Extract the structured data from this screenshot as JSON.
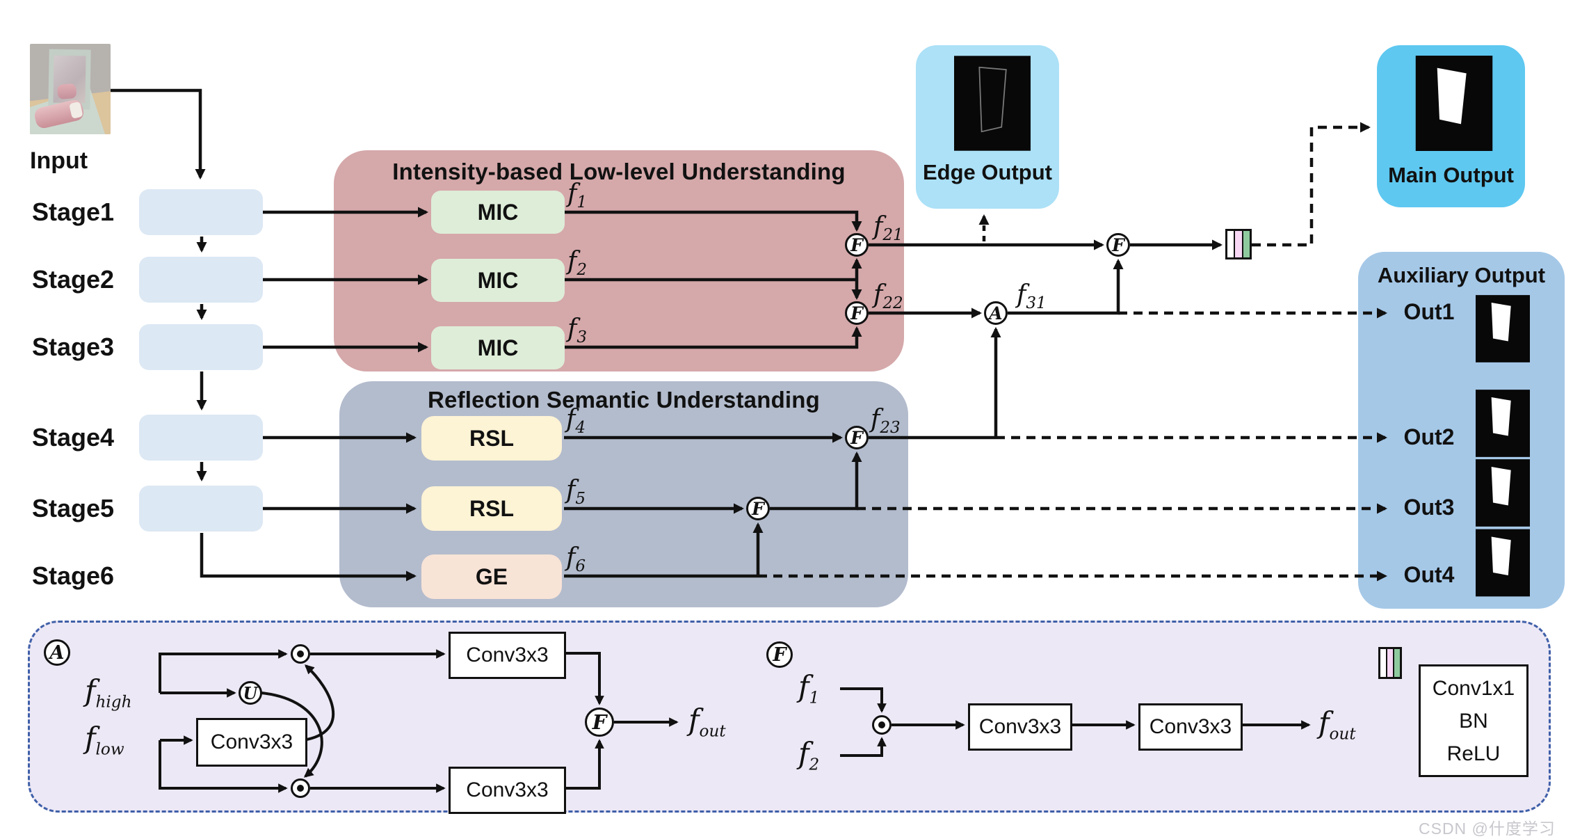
{
  "input": {
    "label": "Input"
  },
  "stages": [
    {
      "label": "Stage1"
    },
    {
      "label": "Stage2"
    },
    {
      "label": "Stage3"
    },
    {
      "label": "Stage4"
    },
    {
      "label": "Stage5"
    },
    {
      "label": "Stage6"
    }
  ],
  "modules": {
    "intensity": {
      "title": "Intensity-based Low-level Understanding",
      "blocks": [
        "MIC",
        "MIC",
        "MIC"
      ]
    },
    "reflection": {
      "title": "Reflection Semantic Understanding",
      "blocks": [
        "RSL",
        "RSL",
        "GE"
      ]
    }
  },
  "features": {
    "f1": {
      "base": "f",
      "sub": "1"
    },
    "f2": {
      "base": "f",
      "sub": "2"
    },
    "f3": {
      "base": "f",
      "sub": "3"
    },
    "f4": {
      "base": "f",
      "sub": "4"
    },
    "f5": {
      "base": "f",
      "sub": "5"
    },
    "f6": {
      "base": "f",
      "sub": "6"
    },
    "f21": {
      "base": "f",
      "sub": "21"
    },
    "f22": {
      "base": "f",
      "sub": "22"
    },
    "f23": {
      "base": "f",
      "sub": "23"
    },
    "f31": {
      "base": "f",
      "sub": "31"
    }
  },
  "operators": {
    "fuse": "F",
    "attention": "A",
    "upsample": "U"
  },
  "outputs": {
    "edge": {
      "label": "Edge Output"
    },
    "main": {
      "label": "Main Output"
    },
    "auxiliary": {
      "title": "Auxiliary Output",
      "items": [
        {
          "label": "Out1"
        },
        {
          "label": "Out2"
        },
        {
          "label": "Out3"
        },
        {
          "label": "Out4"
        }
      ]
    }
  },
  "legend_a": {
    "badge": "A",
    "f_high": {
      "base": "f",
      "sub": "high"
    },
    "f_low": {
      "base": "f",
      "sub": "low"
    },
    "upsample": "U",
    "conv1": "Conv3x3",
    "conv2": "Conv3x3",
    "conv3": "Conv3x3",
    "fuse": "F",
    "f_out": {
      "base": "f",
      "sub": "out"
    }
  },
  "legend_f": {
    "badge": "F",
    "f_1": {
      "base": "f",
      "sub": "1"
    },
    "f_2": {
      "base": "f",
      "sub": "2"
    },
    "conv1": "Conv3x3",
    "conv2": "Conv3x3",
    "f_out": {
      "base": "f",
      "sub": "out"
    }
  },
  "legend_block": {
    "lines": [
      "Conv1x1",
      "BN",
      "ReLU"
    ]
  },
  "watermark": "CSDN @什度学习",
  "colors": {
    "intensity_module": "#d5a8aa",
    "reflection_module": "#b3bccd",
    "stage_block": "#dce8f4",
    "mic_block": "#deedd8",
    "rsl_block": "#fdf3d5",
    "ge_block": "#f8e3d7",
    "edge_output_box": "#ace1f7",
    "main_output_box": "#5ec8f0",
    "auxiliary_box": "#a5c8e7",
    "legend_panel": "#ece8f5",
    "legend_panel_border": "#3f5fa8",
    "stripe_pink": "#f7d7f4",
    "stripe_green": "#8fca9f"
  }
}
